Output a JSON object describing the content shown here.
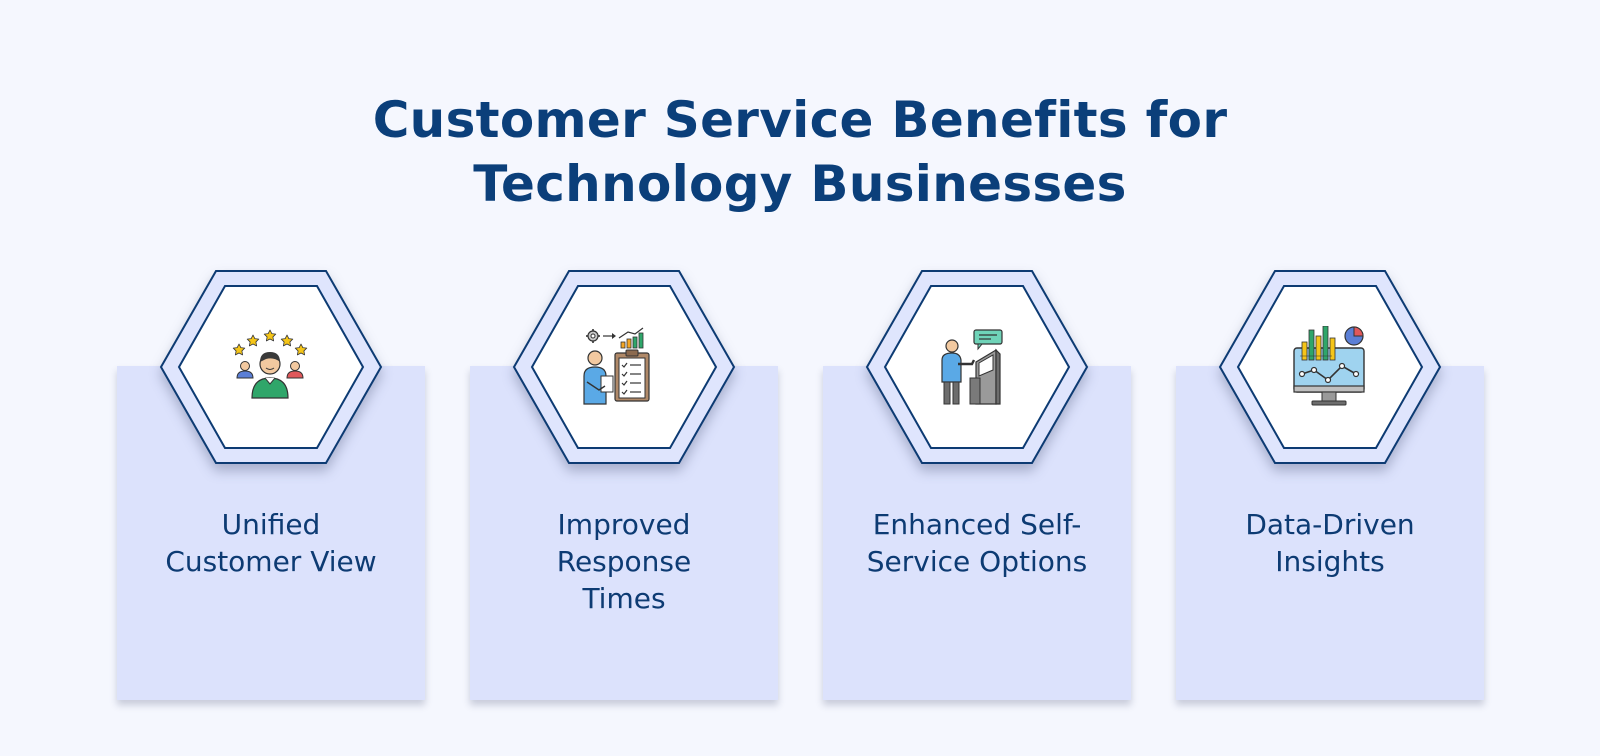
{
  "title": {
    "line1": "Customer Service Benefits for",
    "line2": "Technology Businesses"
  },
  "colors": {
    "background": "#f5f7fe",
    "title": "#0b3f7a",
    "card": "#dce2fc",
    "hex_outline": "#0d3b73",
    "hex_fill_outer": "#dfe5fd",
    "hex_fill_inner": "#ffffff"
  },
  "cards": [
    {
      "icon": "customer-rating-icon",
      "lines": [
        "Unified",
        "Customer View"
      ]
    },
    {
      "icon": "process-checklist-icon",
      "lines": [
        "Improved",
        "Response",
        "Times"
      ]
    },
    {
      "icon": "self-service-kiosk-icon",
      "lines": [
        "Enhanced Self-",
        "Service Options"
      ]
    },
    {
      "icon": "analytics-monitor-icon",
      "lines": [
        "Data-Driven",
        "Insights"
      ]
    }
  ]
}
